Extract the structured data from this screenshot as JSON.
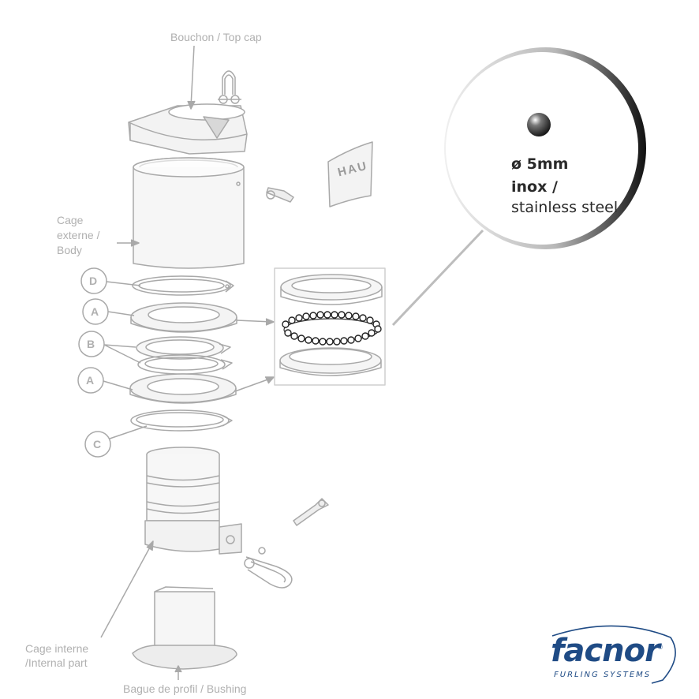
{
  "labels": {
    "top_cap": "Bouchon / Top cap",
    "body_1": "Cage",
    "body_2": "externe /",
    "body_3": "Body",
    "internal_1": "Cage interne",
    "internal_2": "/Internal part",
    "bushing": "Bague de profil / Bushing"
  },
  "markers": [
    "D",
    "A",
    "B",
    "A",
    "C"
  ],
  "engraving": "HAU",
  "callout": {
    "line1": "ø 5mm",
    "line2": "inox /",
    "line3": "stainless steel"
  },
  "logo": {
    "word": "facnor",
    "registered": "®",
    "tagline": "FURLING SYSTEMS"
  },
  "colors": {
    "drawing": "#a9a9a9",
    "label": "#b0b0b0",
    "brand": "#1f4b85"
  }
}
